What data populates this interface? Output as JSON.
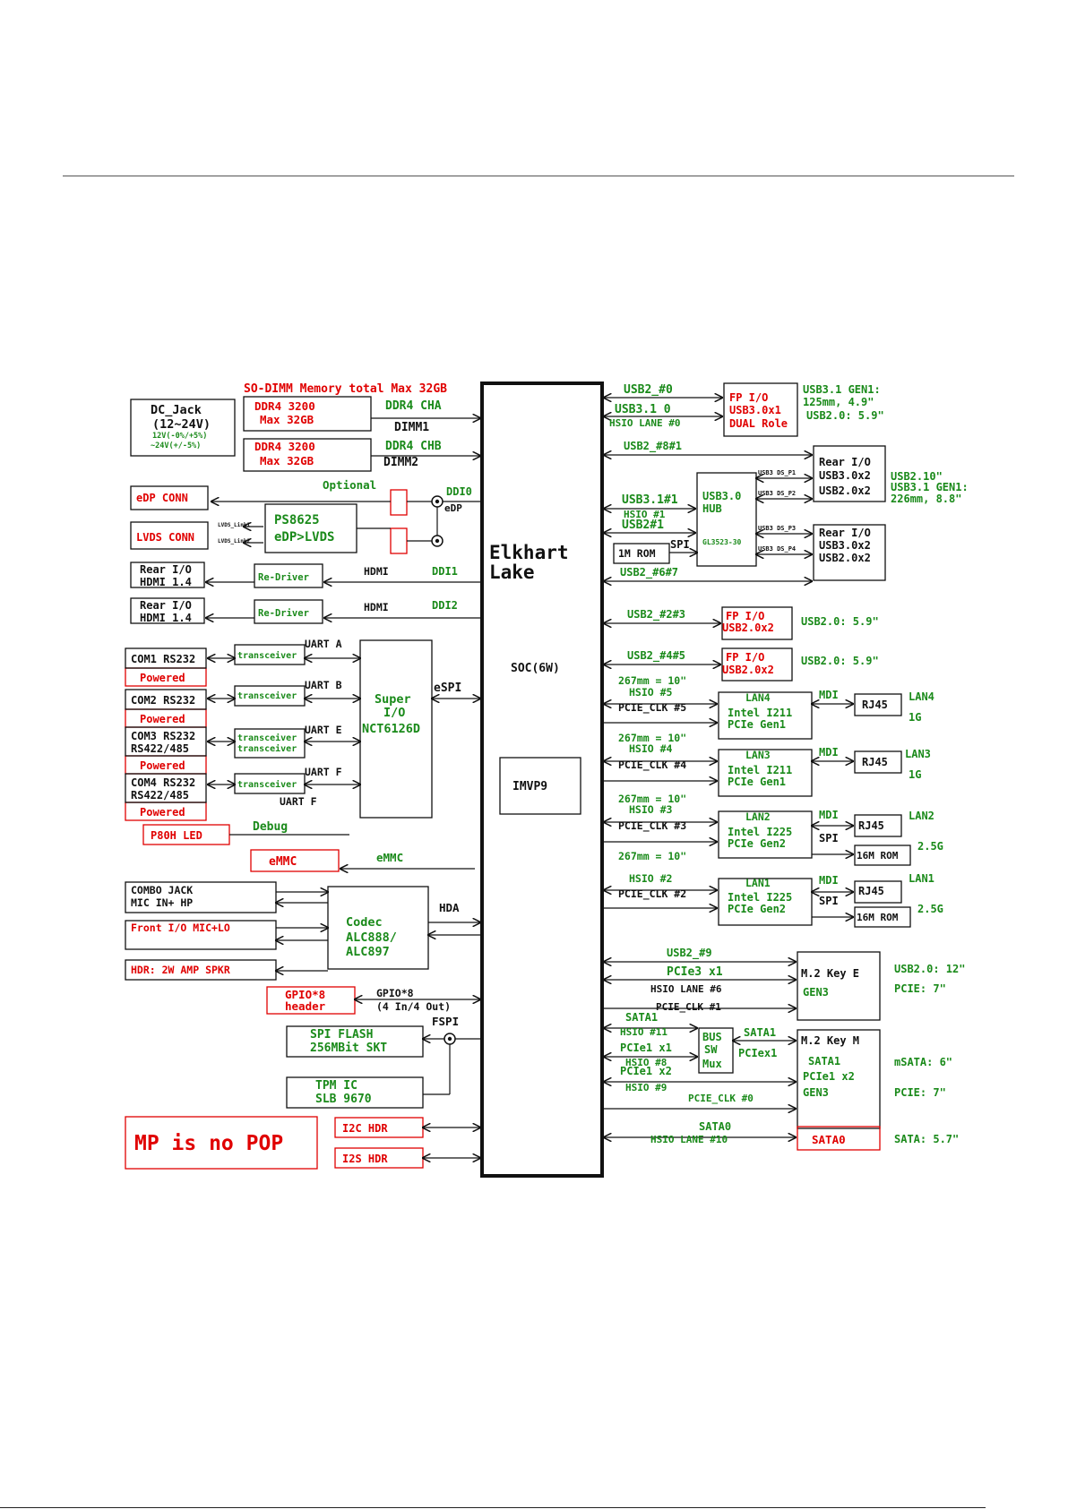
{
  "colors": {
    "green": "#1a8a1a",
    "red": "#e00000",
    "black": "#111111"
  },
  "soc": {
    "name_line1": "Elkhart",
    "name_line2": "Lake",
    "power": "SOC(6W)",
    "imvp": "IMVP9"
  },
  "memory": {
    "title": "SO-DIMM Memory total Max 32GB",
    "dimm1": {
      "line1": "DDR4  3200",
      "line2": "Max 32GB",
      "bus": "DDR4  CHA",
      "slot": "DIMM1"
    },
    "dimm2": {
      "line1": "DDR4  3200",
      "line2": "Max 32GB",
      "bus": "DDR4  CHB",
      "slot": "DIMM2"
    }
  },
  "dc_jack": {
    "line1": "DC_Jack",
    "line2": "(12~24V)",
    "line3": "12V(-0%/+5%)",
    "line4": "~24V(+/-5%)"
  },
  "display": {
    "edp_conn": "eDP CONN",
    "optional": "Optional",
    "ddi0": "DDI0",
    "edp": "eDP",
    "lvds_conn": "LVDS CONN",
    "lvds_link1": "LVDS_Link1",
    "lvds_link2": "LVDS_Link2",
    "ps8625_line1": "PS8625",
    "ps8625_line2": "eDP>LVDS",
    "hdmi1_line1": "Rear I/O",
    "hdmi1_line2": "HDMI 1.4",
    "hdmi2_line1": "Rear I/O",
    "hdmi2_line2": "HDMI 1.4",
    "redriver": "Re-Driver",
    "hdmi": "HDMI",
    "ddi1": "DDI1",
    "ddi2": "DDI2"
  },
  "com": {
    "com1": "COM1 RS232",
    "com2": "COM2 RS232",
    "com3_l1": "COM3 RS232",
    "com3_l2": "RS422/485",
    "com4_l1": "COM4 RS232",
    "com4_l2": "RS422/485",
    "powered": "Powered",
    "transceiver": "transceiver",
    "uart_a": "UART A",
    "uart_b": "UART B",
    "uart_e": "UART E",
    "uart_f": "UART F",
    "uart_f2": "UART F"
  },
  "superio": {
    "line1": "Super",
    "line2": "I/O",
    "line3": "NCT6126D",
    "bus": "eSPI"
  },
  "debug": {
    "label": "Debug",
    "led": "P80H LED"
  },
  "emmc": {
    "box": "eMMC",
    "bus": "eMMC"
  },
  "audio": {
    "combo_l1": "COMBO JACK",
    "combo_l2": "MIC IN+ HP",
    "front": "Front I/O  MIC+LO",
    "hdr": "HDR: 2W AMP SPKR",
    "codec_l1": "Codec",
    "codec_l2": "ALC888/",
    "codec_l3": "ALC897",
    "bus": "HDA"
  },
  "gpio": {
    "box_l1": "GPIO*8",
    "box_l2": "header",
    "bus_l1": "GPIO*8",
    "bus_l2": "(4 In/4 Out)"
  },
  "spi": {
    "flash_l1": "SPI FLASH",
    "flash_l2": "256MBit SKT",
    "bus": "FSPI",
    "tpm_l1": "TPM IC",
    "tpm_l2": "SLB 9670"
  },
  "misc": {
    "mp": "MP is no POP",
    "i2c": "I2C HDR",
    "i2s": "I2S HDR"
  },
  "usb": {
    "usb2_0": "USB2_#0",
    "usb31_0": "USB3.1 0",
    "hsio0": "HSIO LANE #0",
    "fp1_l1": "FP I/O",
    "fp1_l2": "USB3.0x1",
    "fp1_l3": "DUAL Role",
    "fp1_note_l1": "USB3.1 GEN1:",
    "fp1_note_l2": "125mm, 4.9\"",
    "fp1_note_l3": "USB2.0: 5.9\"",
    "usb2_8_1": "USB2_#8#1",
    "usb31_1": "USB3.1#1",
    "hsio1": "HSIO #1",
    "usb2_1": "USB2#1",
    "hub_l1": "USB3.0",
    "hub_l2": "HUB",
    "hub_l3": "GL3523-30",
    "ds_p1": "USB3  DS_P1",
    "ds_p2": "USB3  DS_P2",
    "ds_p3": "USB3  DS_P3",
    "ds_p4": "USB3  DS_P4",
    "rom": "1M ROM",
    "spi": "SPI",
    "rear1_l1": "Rear I/O",
    "rear1_l2": "USB3.0x2",
    "rear1_l3": "USB2.0x2",
    "rear2_l1": "Rear I/O",
    "rear2_l2": "USB3.0x2",
    "rear2_l3": "USB2.0x2",
    "rear_note_l1": "USB2.10\"",
    "rear_note_l2": "USB3.1 GEN1:",
    "rear_note_l3": "226mm, 8.8\"",
    "usb2_6_7": "USB2_#6#7",
    "usb2_2_3": "USB2_#2#3",
    "fp2_l1": "FP I/O",
    "fp2_l2": "USB2.0x2",
    "fp2_note": "USB2.0: 5.9\"",
    "usb2_4_5": "USB2_#4#5",
    "fp3_l1": "FP I/O",
    "fp3_l2": "USB2.0x2",
    "fp3_note": "USB2.0: 5.9\""
  },
  "lan": {
    "len": "267mm = 10\"",
    "lan4_hsio": "HSIO #5",
    "lan4_clk": "PCIE_CLK #5",
    "lan4_l1": "LAN4",
    "lan4_l2": "Intel I211",
    "lan4_l3": "PCIe Gen1",
    "lan4_name": "LAN4",
    "lan4_speed": "1G",
    "lan3_hsio": "HSIO #4",
    "lan3_clk": "PCIE_CLK #4",
    "lan3_l1": "LAN3",
    "lan3_l2": "Intel I211",
    "lan3_l3": "PCIe Gen1",
    "lan3_name": "LAN3",
    "lan3_speed": "1G",
    "lan2_hsio": "HSIO #3",
    "lan2_clk": "PCIE_CLK #3",
    "lan2_l1": "LAN2",
    "lan2_l2": "Intel I225",
    "lan2_l3": "PCIe Gen2",
    "lan2_name": "LAN2",
    "lan2_speed": "2.5G",
    "lan1_hsio": "HSIO #2",
    "lan1_clk": "PCIE_CLK #2",
    "lan1_l1": "LAN1",
    "lan1_l2": "Intel I225",
    "lan1_l3": "PCIe Gen2",
    "lan1_name": "LAN1",
    "lan1_speed": "2.5G",
    "mdi": "MDI",
    "rj45": "RJ45",
    "spi": "SPI",
    "rom16": "16M ROM"
  },
  "m2": {
    "usb2_9": "USB2_#9",
    "pcie3": "PCIe3 x1",
    "hsio6": "HSIO LANE #6",
    "clk1": "PCIE_CLK #1",
    "keye_l1": "M.2 Key E",
    "keye_l2": "GEN3",
    "keye_note1": "USB2.0: 12\"",
    "keye_note2": "PCIE: 7\"",
    "sata1": "SATA1",
    "hsio11": "HSIO #11",
    "pcie1x1": "PCIe1 x1",
    "hsio8": "HSIO #8",
    "pcie1x2": "PCIe1 x2",
    "hsio9": "HSIO #9",
    "clk0": "PCIE_CLK #0",
    "mux_l1": "BUS",
    "mux_l2": "SW",
    "mux_l3": "Mux",
    "mux_sata1": "SATA1",
    "mux_pciex1": "PCIex1",
    "keym_l1": "M.2 Key M",
    "keym_l2": "SATA1",
    "keym_l3": "PCIe1 x2",
    "keym_l4": "GEN3",
    "keym_note1": "mSATA: 6\"",
    "keym_note2": "PCIE: 7\"",
    "sata0": "SATA0",
    "hsio10": "HSIO LANE #10",
    "sata0_box": "SATA0",
    "sata0_note": "SATA: 5.7\""
  }
}
